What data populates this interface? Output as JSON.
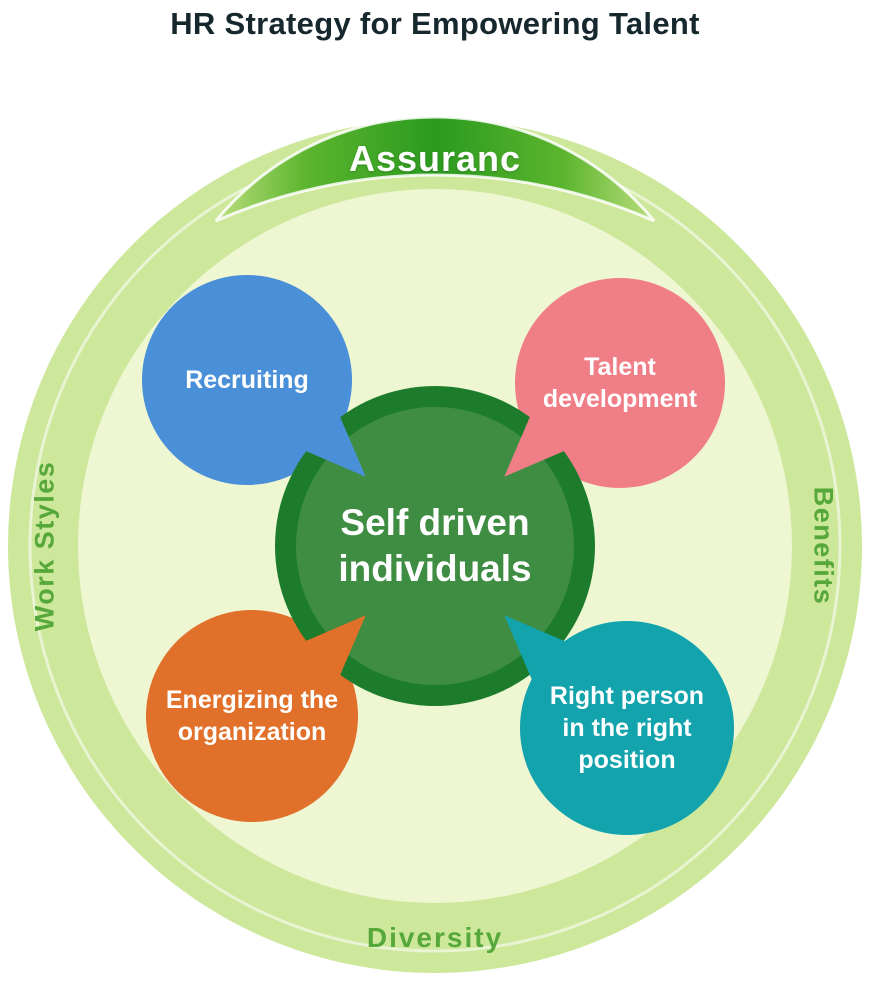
{
  "title": "HR Strategy for Empowering Talent",
  "ring": {
    "top_label": "Assuranc",
    "left_label": "Work Styles",
    "right_label": "Benefits",
    "bottom_label": "Diversity"
  },
  "center": {
    "label": "Self driven\nindividuals"
  },
  "bubbles": [
    {
      "id": "recruiting",
      "label": "Recruiting",
      "color": "#4a90d8"
    },
    {
      "id": "talent-development",
      "label": "Talent\ndevelopment",
      "color": "#f07e87"
    },
    {
      "id": "energizing-the-organization",
      "label": "Energizing the\norganization",
      "color": "#e1702a"
    },
    {
      "id": "right-person-right-position",
      "label": "Right person\nin the right\nposition",
      "color": "#12a3ad"
    }
  ],
  "colors": {
    "ring_outer": "#cde79b",
    "ring_inner": "#eef6d2",
    "arc_dark_green": "#2b9a1f",
    "arc_light_green": "#c6e387",
    "center_ring": "#1d7c2b",
    "center_fill": "#3f8d42",
    "side_label_green": "#56a83b",
    "title_color": "#16282e"
  }
}
